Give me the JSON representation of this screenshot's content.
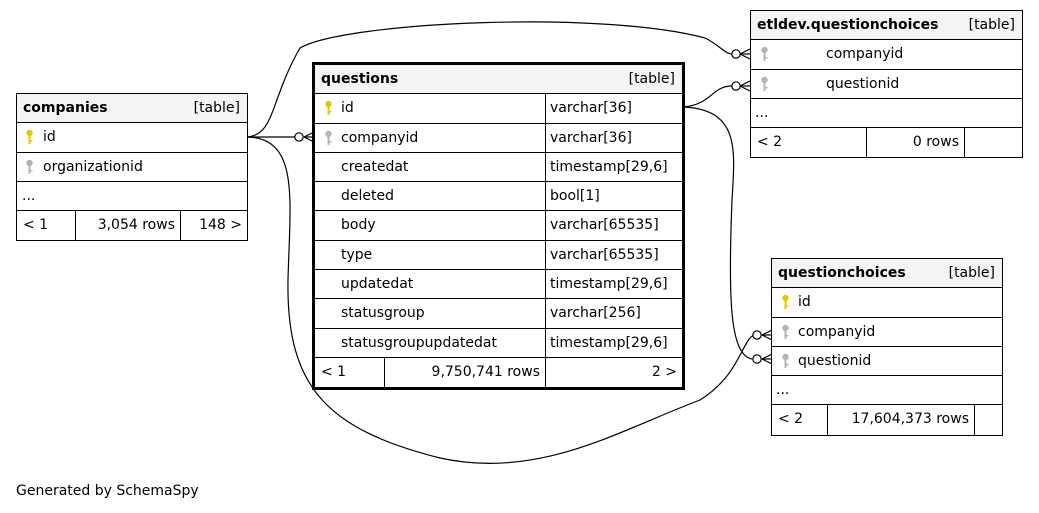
{
  "tables": {
    "companies": {
      "name": "companies",
      "kind": "[table]",
      "columns": [
        {
          "name": "id",
          "key": "primary"
        },
        {
          "name": "organizationid",
          "key": "index"
        }
      ],
      "more": "...",
      "footer": {
        "prev": "< 1",
        "rows": "3,054 rows",
        "next": "148 >"
      }
    },
    "questions": {
      "name": "questions",
      "kind": "[table]",
      "columns": [
        {
          "name": "id",
          "type": "varchar[36]",
          "key": "primary"
        },
        {
          "name": "companyid",
          "type": "varchar[36]",
          "key": "index"
        },
        {
          "name": "createdat",
          "type": "timestamp[29,6]"
        },
        {
          "name": "deleted",
          "type": "bool[1]"
        },
        {
          "name": "body",
          "type": "varchar[65535]"
        },
        {
          "name": "type",
          "type": "varchar[65535]"
        },
        {
          "name": "updatedat",
          "type": "timestamp[29,6]"
        },
        {
          "name": "statusgroup",
          "type": "varchar[256]"
        },
        {
          "name": "statusgroupupdatedat",
          "type": "timestamp[29,6]"
        }
      ],
      "footer": {
        "prev": "< 1",
        "rows": "9,750,741 rows",
        "next": "2 >"
      }
    },
    "etldev_questionchoices": {
      "name": "etldev.questionchoices",
      "kind": "[table]",
      "columns": [
        {
          "name": "companyid",
          "key": "index"
        },
        {
          "name": "questionid",
          "key": "index"
        }
      ],
      "more": "...",
      "footer": {
        "prev": "< 2",
        "rows": "0 rows",
        "next": ""
      }
    },
    "questionchoices": {
      "name": "questionchoices",
      "kind": "[table]",
      "columns": [
        {
          "name": "id",
          "key": "primary"
        },
        {
          "name": "companyid",
          "key": "index"
        },
        {
          "name": "questionid",
          "key": "index"
        }
      ],
      "more": "...",
      "footer": {
        "prev": "< 2",
        "rows": "17,604,373 rows",
        "next": ""
      }
    }
  },
  "colors": {
    "primary_key": "#e6c800",
    "index_key": "#b4b4b4",
    "header_bg": "#f4f4f4"
  },
  "credit": "Generated by SchemaSpy"
}
